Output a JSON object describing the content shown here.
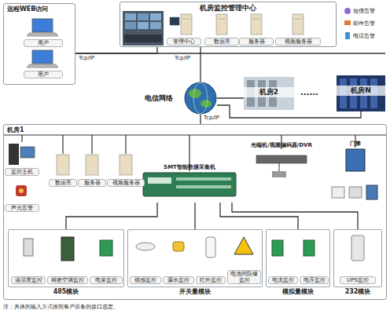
{
  "diagram": {
    "nodes": [
      {
        "text": [
          "远程WEB访问"
        ]
      },
      {
        "text": [
          "用户"
        ],
        "in": 0
      },
      {
        "text": [
          "用户"
        ],
        "in": 0
      },
      {
        "text": [
          "机房监控管理中心"
        ]
      },
      {
        "text": [
          "管理中心"
        ],
        "in": 3
      },
      {
        "text": [
          "数据库"
        ],
        "in": 3
      },
      {
        "text": [
          "服务器"
        ],
        "in": 3
      },
      {
        "text": [
          "视频服务器"
        ],
        "in": 3
      },
      {
        "text": [
          "短信告警"
        ]
      },
      {
        "text": [
          "邮件告警"
        ]
      },
      {
        "text": [
          "电话告警"
        ]
      },
      {
        "text": [
          "电信网络"
        ]
      },
      {
        "text": [
          "机房2"
        ]
      },
      {
        "text": [
          "机房N"
        ]
      },
      {
        "text": [
          "机房1"
        ]
      },
      {
        "text": [
          "监控主机"
        ],
        "in": 14
      },
      {
        "text": [
          "数据库"
        ],
        "in": 14
      },
      {
        "text": [
          "服务器"
        ],
        "in": 14
      },
      {
        "text": [
          "视频服务器"
        ],
        "in": 14
      },
      {
        "text": [
          "声光告警"
        ],
        "in": 14
      },
      {
        "text": [
          "SMT智能数据采集机"
        ],
        "in": 14
      },
      {
        "text": [
          "光端机/视频编码器/DVR"
        ],
        "in": 14
      },
      {
        "text": [
          "门禁"
        ],
        "in": 14
      },
      {
        "text": [
          "485模块"
        ],
        "in": 14
      },
      {
        "text": [
          "温湿度监控"
        ],
        "in": 23
      },
      {
        "text": [
          "精密空调监控"
        ],
        "in": 23
      },
      {
        "text": [
          "电量监控"
        ],
        "in": 23
      },
      {
        "text": [
          "开关量模块"
        ],
        "in": 14
      },
      {
        "text": [
          "烟感监控"
        ],
        "in": 27
      },
      {
        "text": [
          "漏水监控"
        ],
        "in": 27
      },
      {
        "text": [
          "红外监控"
        ],
        "in": 27
      },
      {
        "text": [
          "电池间防爆监控"
        ],
        "in": 27
      },
      {
        "text": [
          "模拟量模块"
        ],
        "in": 14
      },
      {
        "text": [
          "电流监控"
        ],
        "in": 32
      },
      {
        "text": [
          "电压监控"
        ],
        "in": 32
      },
      {
        "text": [
          "232模块"
        ],
        "in": 14
      },
      {
        "text": [
          "UPS监控"
        ],
        "in": 35
      }
    ],
    "edges": [
      {
        "from": 0,
        "to": 3,
        "label": "Tcp/IP",
        "arrow": "none"
      },
      {
        "from": 11,
        "to": 3,
        "label": "Tcp/IP",
        "arrow": "none"
      },
      {
        "from": 11,
        "to": 12,
        "arrow": "none"
      },
      {
        "from": 11,
        "to": 13,
        "arrow": "none"
      },
      {
        "from": 11,
        "to": 14,
        "label": "Tcp/IP",
        "arrow": "none"
      },
      {
        "from": 20,
        "to": 23,
        "arrow": "none"
      },
      {
        "from": 20,
        "to": 27,
        "arrow": "none"
      },
      {
        "from": 20,
        "to": 32,
        "arrow": "none"
      },
      {
        "from": 20,
        "to": 35,
        "arrow": "none"
      }
    ],
    "labels": [
      "......",
      "注：具体的输入方式按照客户设备的接口选定。"
    ]
  }
}
